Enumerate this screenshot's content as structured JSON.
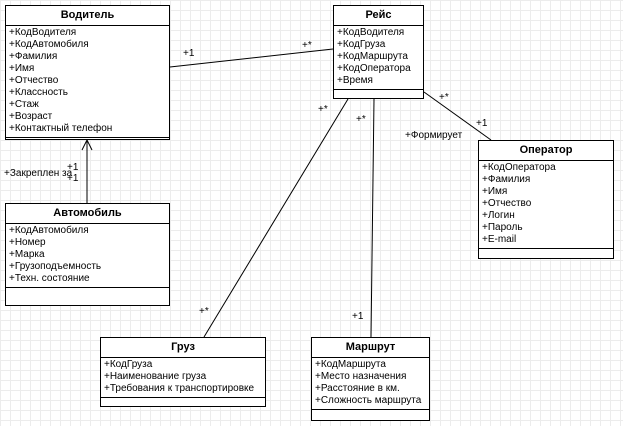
{
  "classes": {
    "driver": {
      "title": "Водитель",
      "attributes": [
        "+КодВодителя",
        "+КодАвтомобиля",
        "+Фамилия",
        "+Имя",
        "+Отчество",
        "+Классность",
        "+Стаж",
        "+Возраст",
        "+Контактный телефон"
      ]
    },
    "trip": {
      "title": "Рейс",
      "attributes": [
        "+КодВодителя",
        "+КодГруза",
        "+КодМаршрута",
        "+КодОператора",
        "+Время"
      ]
    },
    "operator": {
      "title": "Оператор",
      "attributes": [
        "+КодОператора",
        "+Фамилия",
        "+Имя",
        "+Отчество",
        "+Логин",
        "+Пароль",
        "+E-mail"
      ]
    },
    "car": {
      "title": "Автомобиль",
      "attributes": [
        "+КодАвтомобиля",
        "+Номер",
        "+Марка",
        "+Грузоподъемность",
        "+Техн. состояние"
      ]
    },
    "cargo": {
      "title": "Груз",
      "attributes": [
        "+КодГруза",
        "+Наименование груза",
        "+Требования к транспортировке"
      ]
    },
    "route": {
      "title": "Маршрут",
      "attributes": [
        "+КодМаршрута",
        "+Место назначения",
        "+Расстояние в км.",
        "+Сложность маршрута"
      ]
    }
  },
  "associations": {
    "driver_trip": {
      "driver_end": "+1",
      "trip_end": "+*"
    },
    "car_driver": {
      "name": "+Закреплен за",
      "end_a": "+1",
      "end_b": "+1"
    },
    "trip_operator": {
      "name": "+Формирует",
      "trip_end": "+*",
      "operator_end": "+1"
    },
    "trip_cargo": {
      "trip_end": "+*",
      "cargo_end": "+*"
    },
    "trip_route": {
      "trip_end": "+*",
      "route_end": "+1"
    }
  }
}
